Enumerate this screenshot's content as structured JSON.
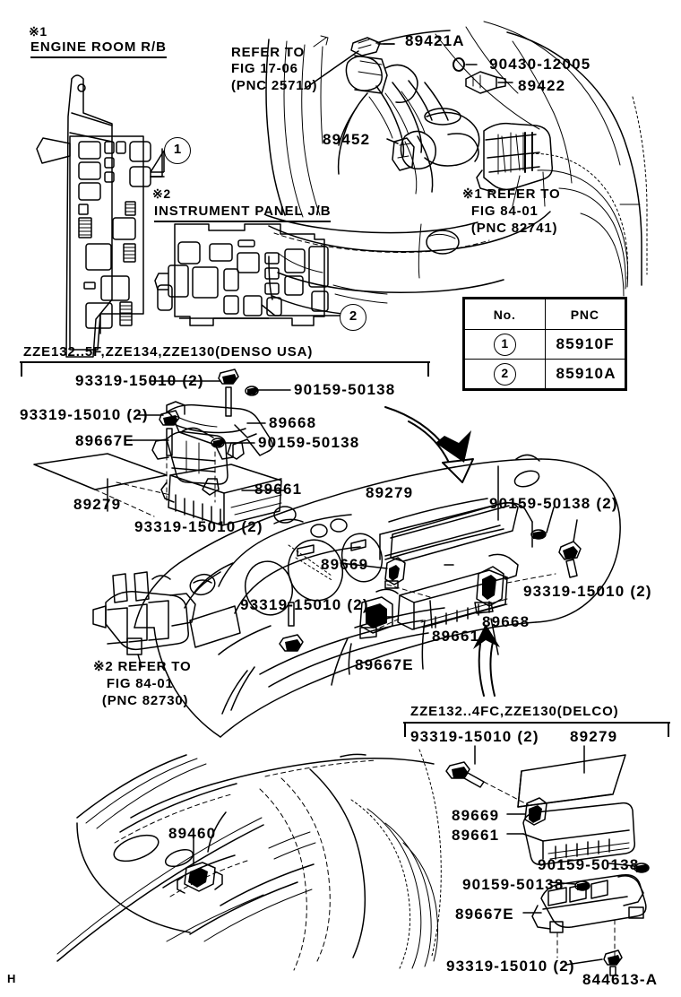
{
  "page": {
    "figure_number": "844613-A",
    "sheet_mark": "H"
  },
  "notes": {
    "note1_mark": "※1",
    "note1_title": "ENGINE ROOM R/B",
    "note2_mark": "※2",
    "note2_title": "INSTRUMENT PANEL J/B"
  },
  "callouts": {
    "one": "1",
    "two": "2"
  },
  "pnc_table": {
    "headers": [
      "No.",
      "PNC"
    ],
    "rows": [
      {
        "no": "1",
        "pnc": "85910F"
      },
      {
        "no": "2",
        "pnc": "85910A"
      }
    ]
  },
  "engine_bay": {
    "refer_17_06": "REFER TO\nFIG 17-06\n(PNC 25710)",
    "part_89421A": "89421A",
    "part_90430_12005": "90430-12005",
    "part_89422": "89422",
    "part_89452": "89452",
    "refer_84_01_82741": "※1 REFER TO\n  FIG 84-01\n  (PNC 82741)"
  },
  "denso_section": {
    "title": "ZZE132..5F,ZZE134,ZZE130(DENSO USA)",
    "labels": {
      "screw_top": "93319-15010 (2)",
      "screw_left": "93319-15010 (2)",
      "nut_upper_right": "90159-50138",
      "bracket_89668": "89668",
      "nut_lower": "90159-50138",
      "bracket_89667E": "89667E",
      "ecu_89661": "89661",
      "cover_89279_left": "89279",
      "screw_mid": "93319-15010 (2)",
      "clamp_89669": "89669",
      "refer_84_01_82730": "※2 REFER TO\n   FIG 84-01\n  (PNC 82730)",
      "cover_89279_right": "89279",
      "nut_right": "90159-50138 (2)",
      "screw_right": "93319-15010 (2)",
      "bracket_89668_right": "89668",
      "ecu_89661_right": "89661",
      "bracket_89667E_right": "89667E",
      "screw_bottom_mid": "93319-15010 (2)"
    }
  },
  "delco_section": {
    "title": "ZZE132..4FC,ZZE130(DELCO)",
    "labels": {
      "screw_top": "93319-15010 (2)",
      "cover_89279": "89279",
      "clamp_89669": "89669",
      "ecu_89661": "89661",
      "nut_upper": "90159-50138",
      "nut_lower": "90159-50138",
      "bracket_89667E": "89667E",
      "screw_bottom": "93319-15010 (2)"
    }
  },
  "rear_section": {
    "sensor_89460": "89460"
  }
}
